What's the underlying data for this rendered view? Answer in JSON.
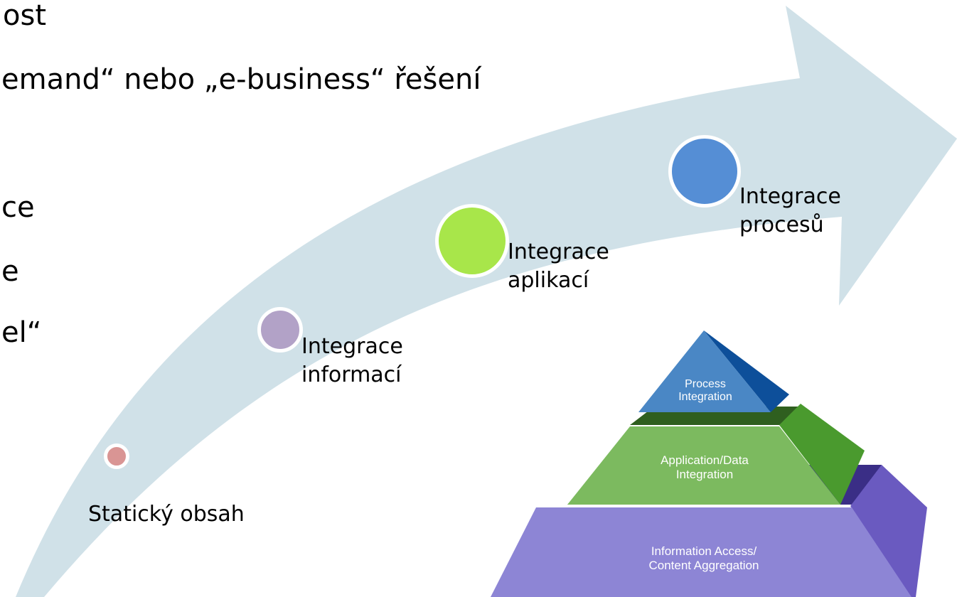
{
  "bullets": [
    "ost",
    "emand“ nebo „e-business“ řešení",
    "ce",
    "e",
    "el“"
  ],
  "steps": [
    {
      "line1": "Statický obsah",
      "line2": "",
      "color": "#d99594"
    },
    {
      "line1": "Integrace",
      "line2": "informací",
      "color": "#b2a2c7"
    },
    {
      "line1": "Integrace",
      "line2": "aplikací",
      "color": "#a8e64a"
    },
    {
      "line1": "Integrace",
      "line2": "procesů",
      "color": "#558ed5"
    }
  ],
  "pyramid": {
    "top": "Process\nIntegration",
    "middle": "Application/Data\nIntegration",
    "bottom": "Information Access/\nContent Aggregation",
    "colors": {
      "top_front": "#4a87c5",
      "top_side": "#0d4f9a",
      "middle_front": "#7cba5f",
      "middle_side": "#4a9a2e",
      "middle_back": "#2f5f1f",
      "bottom_front": "#8d85d5",
      "bottom_side": "#6a5ac0",
      "bottom_back": "#3a2e86"
    }
  },
  "arrow_color": "#d0e1e8"
}
